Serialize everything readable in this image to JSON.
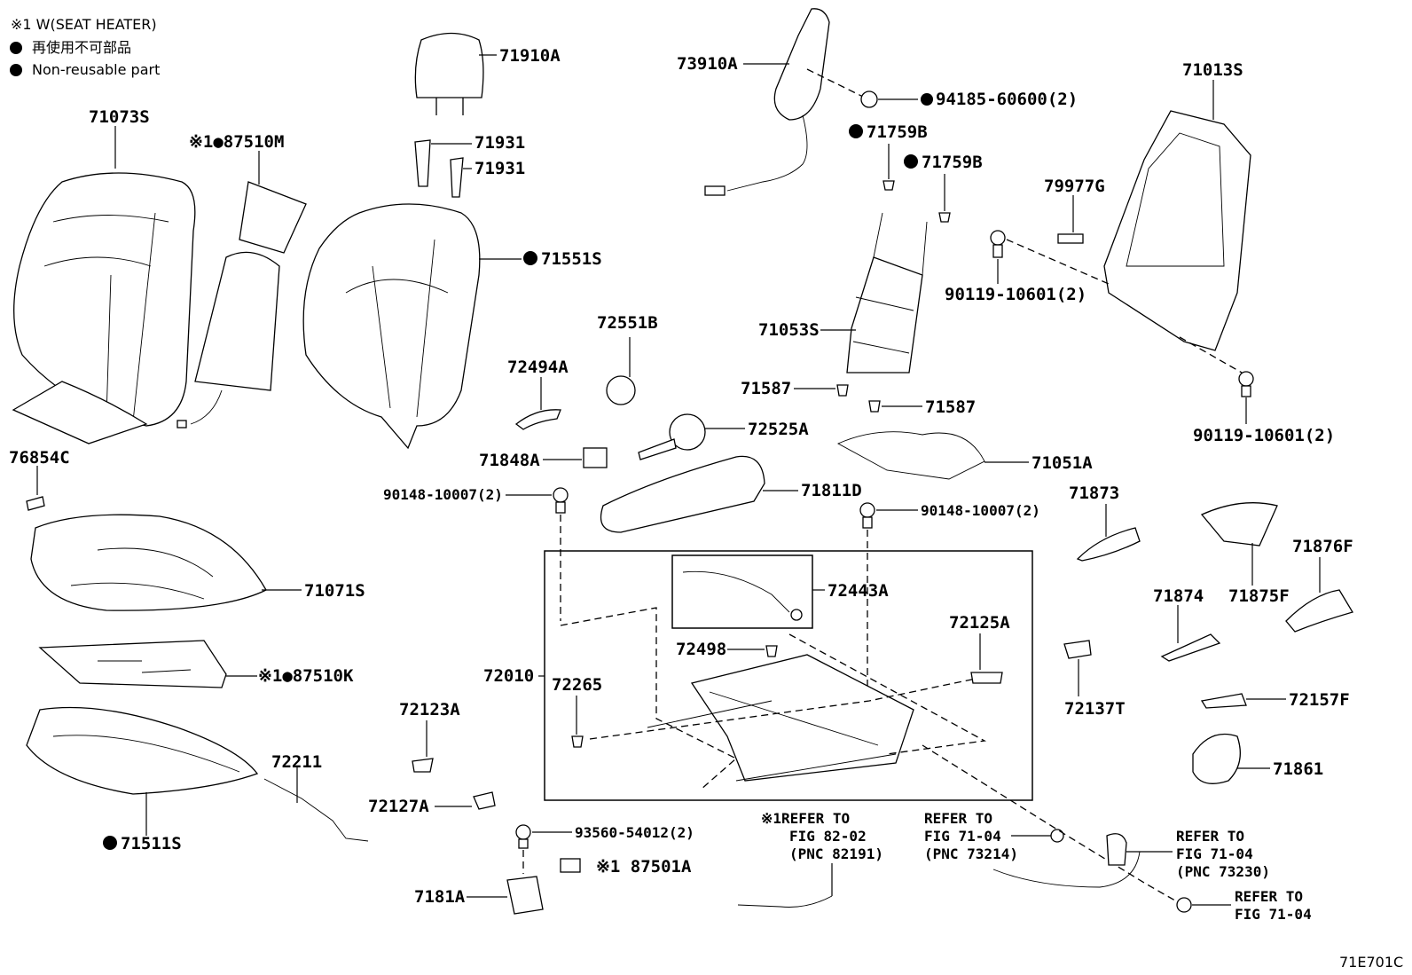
{
  "legend": {
    "seat_heater": "※1 W(SEAT HEATER)",
    "non_reusable_jp": "再使用不可部品",
    "non_reusable_en": "Non-reusable part"
  },
  "parts": {
    "p71910A": "71910A",
    "p71931a": "71931",
    "p71931b": "71931",
    "p73910A": "73910A",
    "p94185": "94185-60600(2)",
    "p71759Ba": "71759B",
    "p71759Bb": "71759B",
    "p71013S": "71013S",
    "p71073S": "71073S",
    "p87510M": "※1●87510M",
    "p71551S": "71551S",
    "p79977G": "79977G",
    "p90119a": "90119-10601(2)",
    "p71053S": "71053S",
    "p72551B": "72551B",
    "p72494A": "72494A",
    "p71587a": "71587",
    "p71587b": "71587",
    "p90119b": "90119-10601(2)",
    "p76854C": "76854C",
    "p72525A": "72525A",
    "p71051A": "71051A",
    "p71848A": "71848A",
    "p90148a": "90148-10007(2)",
    "p71811D": "71811D",
    "p90148b": "90148-10007(2)",
    "p71873": "71873",
    "p72443A": "72443A",
    "p71071S": "71071S",
    "p71876F": "71876F",
    "p71875F": "71875F",
    "p72125A": "72125A",
    "p71874": "71874",
    "p72498": "72498",
    "p87510K": "※1●87510K",
    "p72010": "72010",
    "p72265": "72265",
    "p72137T": "72137T",
    "p72157F": "72157F",
    "p72123A": "72123A",
    "p72211": "72211",
    "p71861": "71861",
    "p71511S": "71511S",
    "p72127A": "72127A",
    "p93560": "93560-54012(2)",
    "p87501A": "※1 87501A",
    "p7181A": "7181A"
  },
  "refs": {
    "r1_l1": "※1REFER TO",
    "r1_l2": "FIG 82-02",
    "r1_l3": "(PNC 82191)",
    "r2_l1": "REFER TO",
    "r2_l2": "FIG 71-04",
    "r2_l3": "(PNC 73214)",
    "r3_l1": "REFER TO",
    "r3_l2": "FIG 71-04",
    "r3_l3": "(PNC 73230)",
    "r4_l1": "REFER TO",
    "r4_l2": "FIG 71-04"
  },
  "figure_code": "71E701C"
}
